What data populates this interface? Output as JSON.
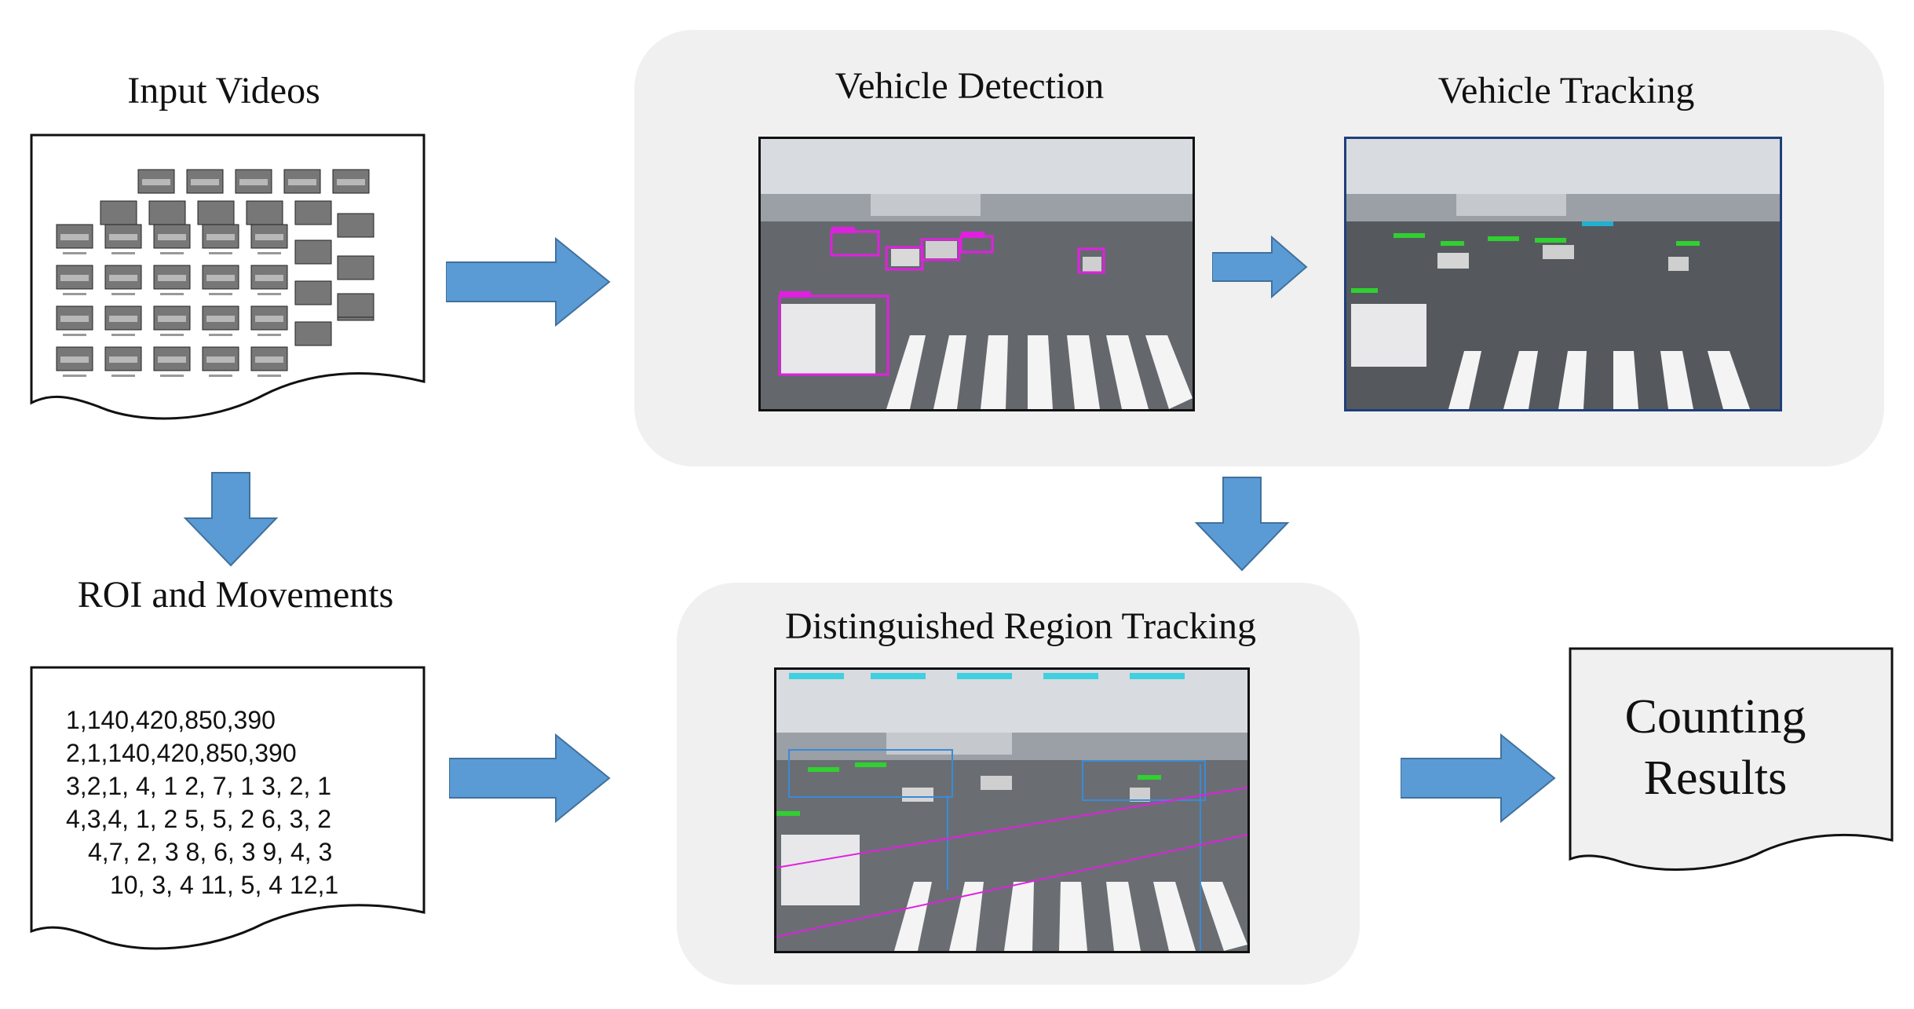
{
  "labels": {
    "input_videos": "Input Videos",
    "vehicle_detection": "Vehicle Detection",
    "vehicle_tracking": "Vehicle Tracking",
    "roi_movements": "ROI and Movements",
    "distinguished_region_tracking": "Distinguished Region Tracking",
    "counting_line1": "Counting",
    "counting_line2": "Results"
  },
  "roi_text": [
    "1,140,420,850,390",
    "2,1,140,420,850,390",
    "3,2,1, 4, 1 2, 7, 1 3, 2, 1",
    "4,3,4, 1, 2 5, 5, 2 6, 3, 2",
    "4,7, 2, 3 8, 6, 3 9, 4, 3",
    "10, 3, 4 11, 5, 4 12,1"
  ],
  "colors": {
    "arrow": "#5b9bd5",
    "panel": "#f0f0f0",
    "detection_box": "#e020e0",
    "tracking_box": "#30d030",
    "region_line": "#3a8ad8"
  }
}
